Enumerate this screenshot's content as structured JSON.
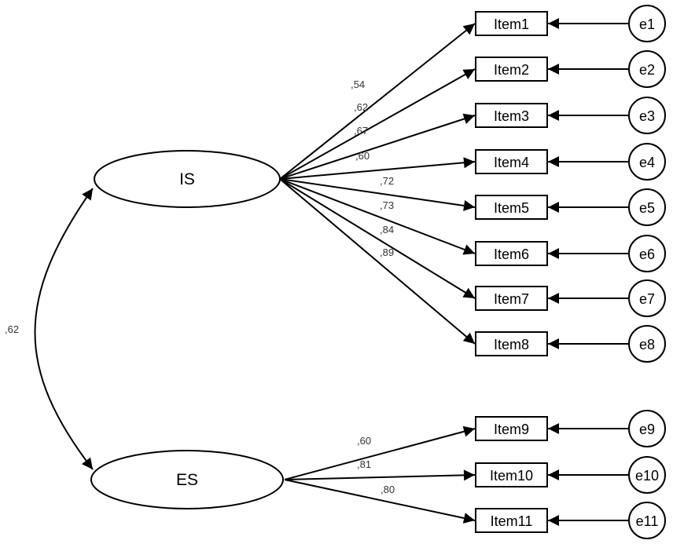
{
  "latents": [
    {
      "id": "IS",
      "label": "IS"
    },
    {
      "id": "ES",
      "label": "ES"
    }
  ],
  "correlation": {
    "from": "IS",
    "to": "ES",
    "value": ",62"
  },
  "items": [
    {
      "label": "Item1",
      "error": "e1",
      "latent": "IS",
      "loading": ",54"
    },
    {
      "label": "Item2",
      "error": "e2",
      "latent": "IS",
      "loading": ",62"
    },
    {
      "label": "Item3",
      "error": "e3",
      "latent": "IS",
      "loading": ",67"
    },
    {
      "label": "Item4",
      "error": "e4",
      "latent": "IS",
      "loading": ",60"
    },
    {
      "label": "Item5",
      "error": "e5",
      "latent": "IS",
      "loading": ",72"
    },
    {
      "label": "Item6",
      "error": "e6",
      "latent": "IS",
      "loading": ",73"
    },
    {
      "label": "Item7",
      "error": "e7",
      "latent": "IS",
      "loading": ",84"
    },
    {
      "label": "Item8",
      "error": "e8",
      "latent": "IS",
      "loading": ",89"
    },
    {
      "label": "Item9",
      "error": "e9",
      "latent": "ES",
      "loading": ",60"
    },
    {
      "label": "Item10",
      "error": "e10",
      "latent": "ES",
      "loading": ",81"
    },
    {
      "label": "Item11",
      "error": "e11",
      "latent": "ES",
      "loading": ",80"
    }
  ]
}
